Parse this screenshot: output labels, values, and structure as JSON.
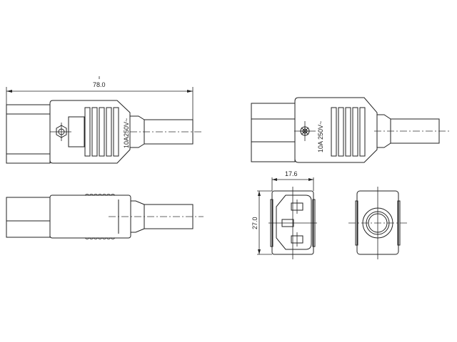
{
  "drawing": {
    "subject": "IEC C13 connector technical drawing",
    "views": [
      "top-left: plan view",
      "bottom-left: side view",
      "top-right: plan view (screw detail)",
      "bottom-middle: front face",
      "bottom-right: rear cable entry"
    ],
    "dimensions": {
      "overall_length": "78.0",
      "face_width": "17.6",
      "face_height": "27.0"
    },
    "rating_label_left": "10A250V~",
    "rating_label_right": "10A 250V~"
  }
}
